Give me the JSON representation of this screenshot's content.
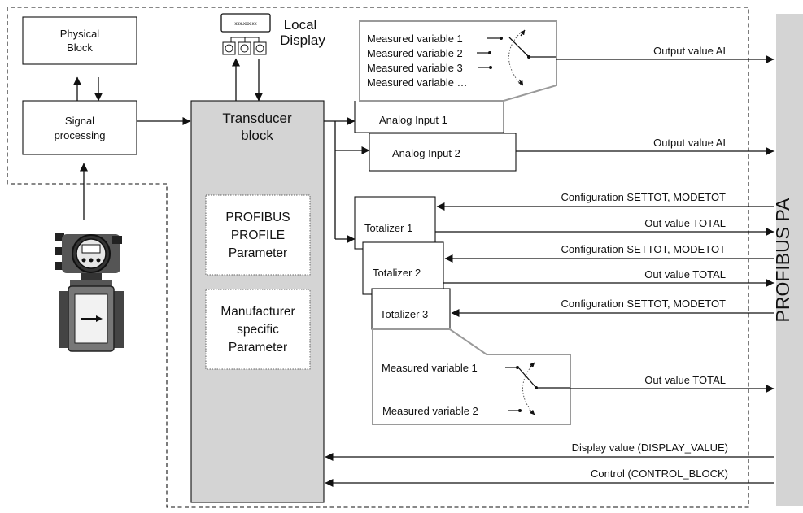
{
  "blocks": {
    "physical_block": [
      "Physical",
      "Block"
    ],
    "signal_processing": [
      "Signal",
      "processing"
    ],
    "local_display": [
      "Local",
      "Display"
    ],
    "display_readout": "xxx.xxx.xx",
    "transducer_block": [
      "Transducer",
      "block"
    ],
    "profibus_profile": [
      "PROFIBUS",
      "PROFILE",
      "Parameter"
    ],
    "manufacturer_specific": [
      "Manufacturer",
      "specific",
      "Parameter"
    ],
    "analog_input_1": "Analog Input 1",
    "analog_input_2": "Analog Input 2",
    "totalizer_1": "Totalizer 1",
    "totalizer_2": "Totalizer 2",
    "totalizer_3": "Totalizer 3",
    "bus": "PROFIBUS PA"
  },
  "ai_selector": {
    "items": [
      "Measured variable 1",
      "Measured variable 2",
      "Measured variable 3",
      "Measured variable …"
    ]
  },
  "tot_selector": {
    "items": [
      "Measured variable 1",
      "Measured variable 2"
    ]
  },
  "signals": {
    "output_ai_1": "Output value AI",
    "output_ai_2": "Output value AI",
    "config_1": "Configuration SETTOT, MODETOT",
    "out_total_1": "Out value  TOTAL",
    "config_2": "Configuration SETTOT, MODETOT",
    "out_total_2": "Out value  TOTAL",
    "config_3": "Configuration SETTOT, MODETOT",
    "out_total_3": "Out value TOTAL",
    "display_value": "Display value (DISPLAY_VALUE)",
    "control": "Control (CONTROL_BLOCK)"
  }
}
